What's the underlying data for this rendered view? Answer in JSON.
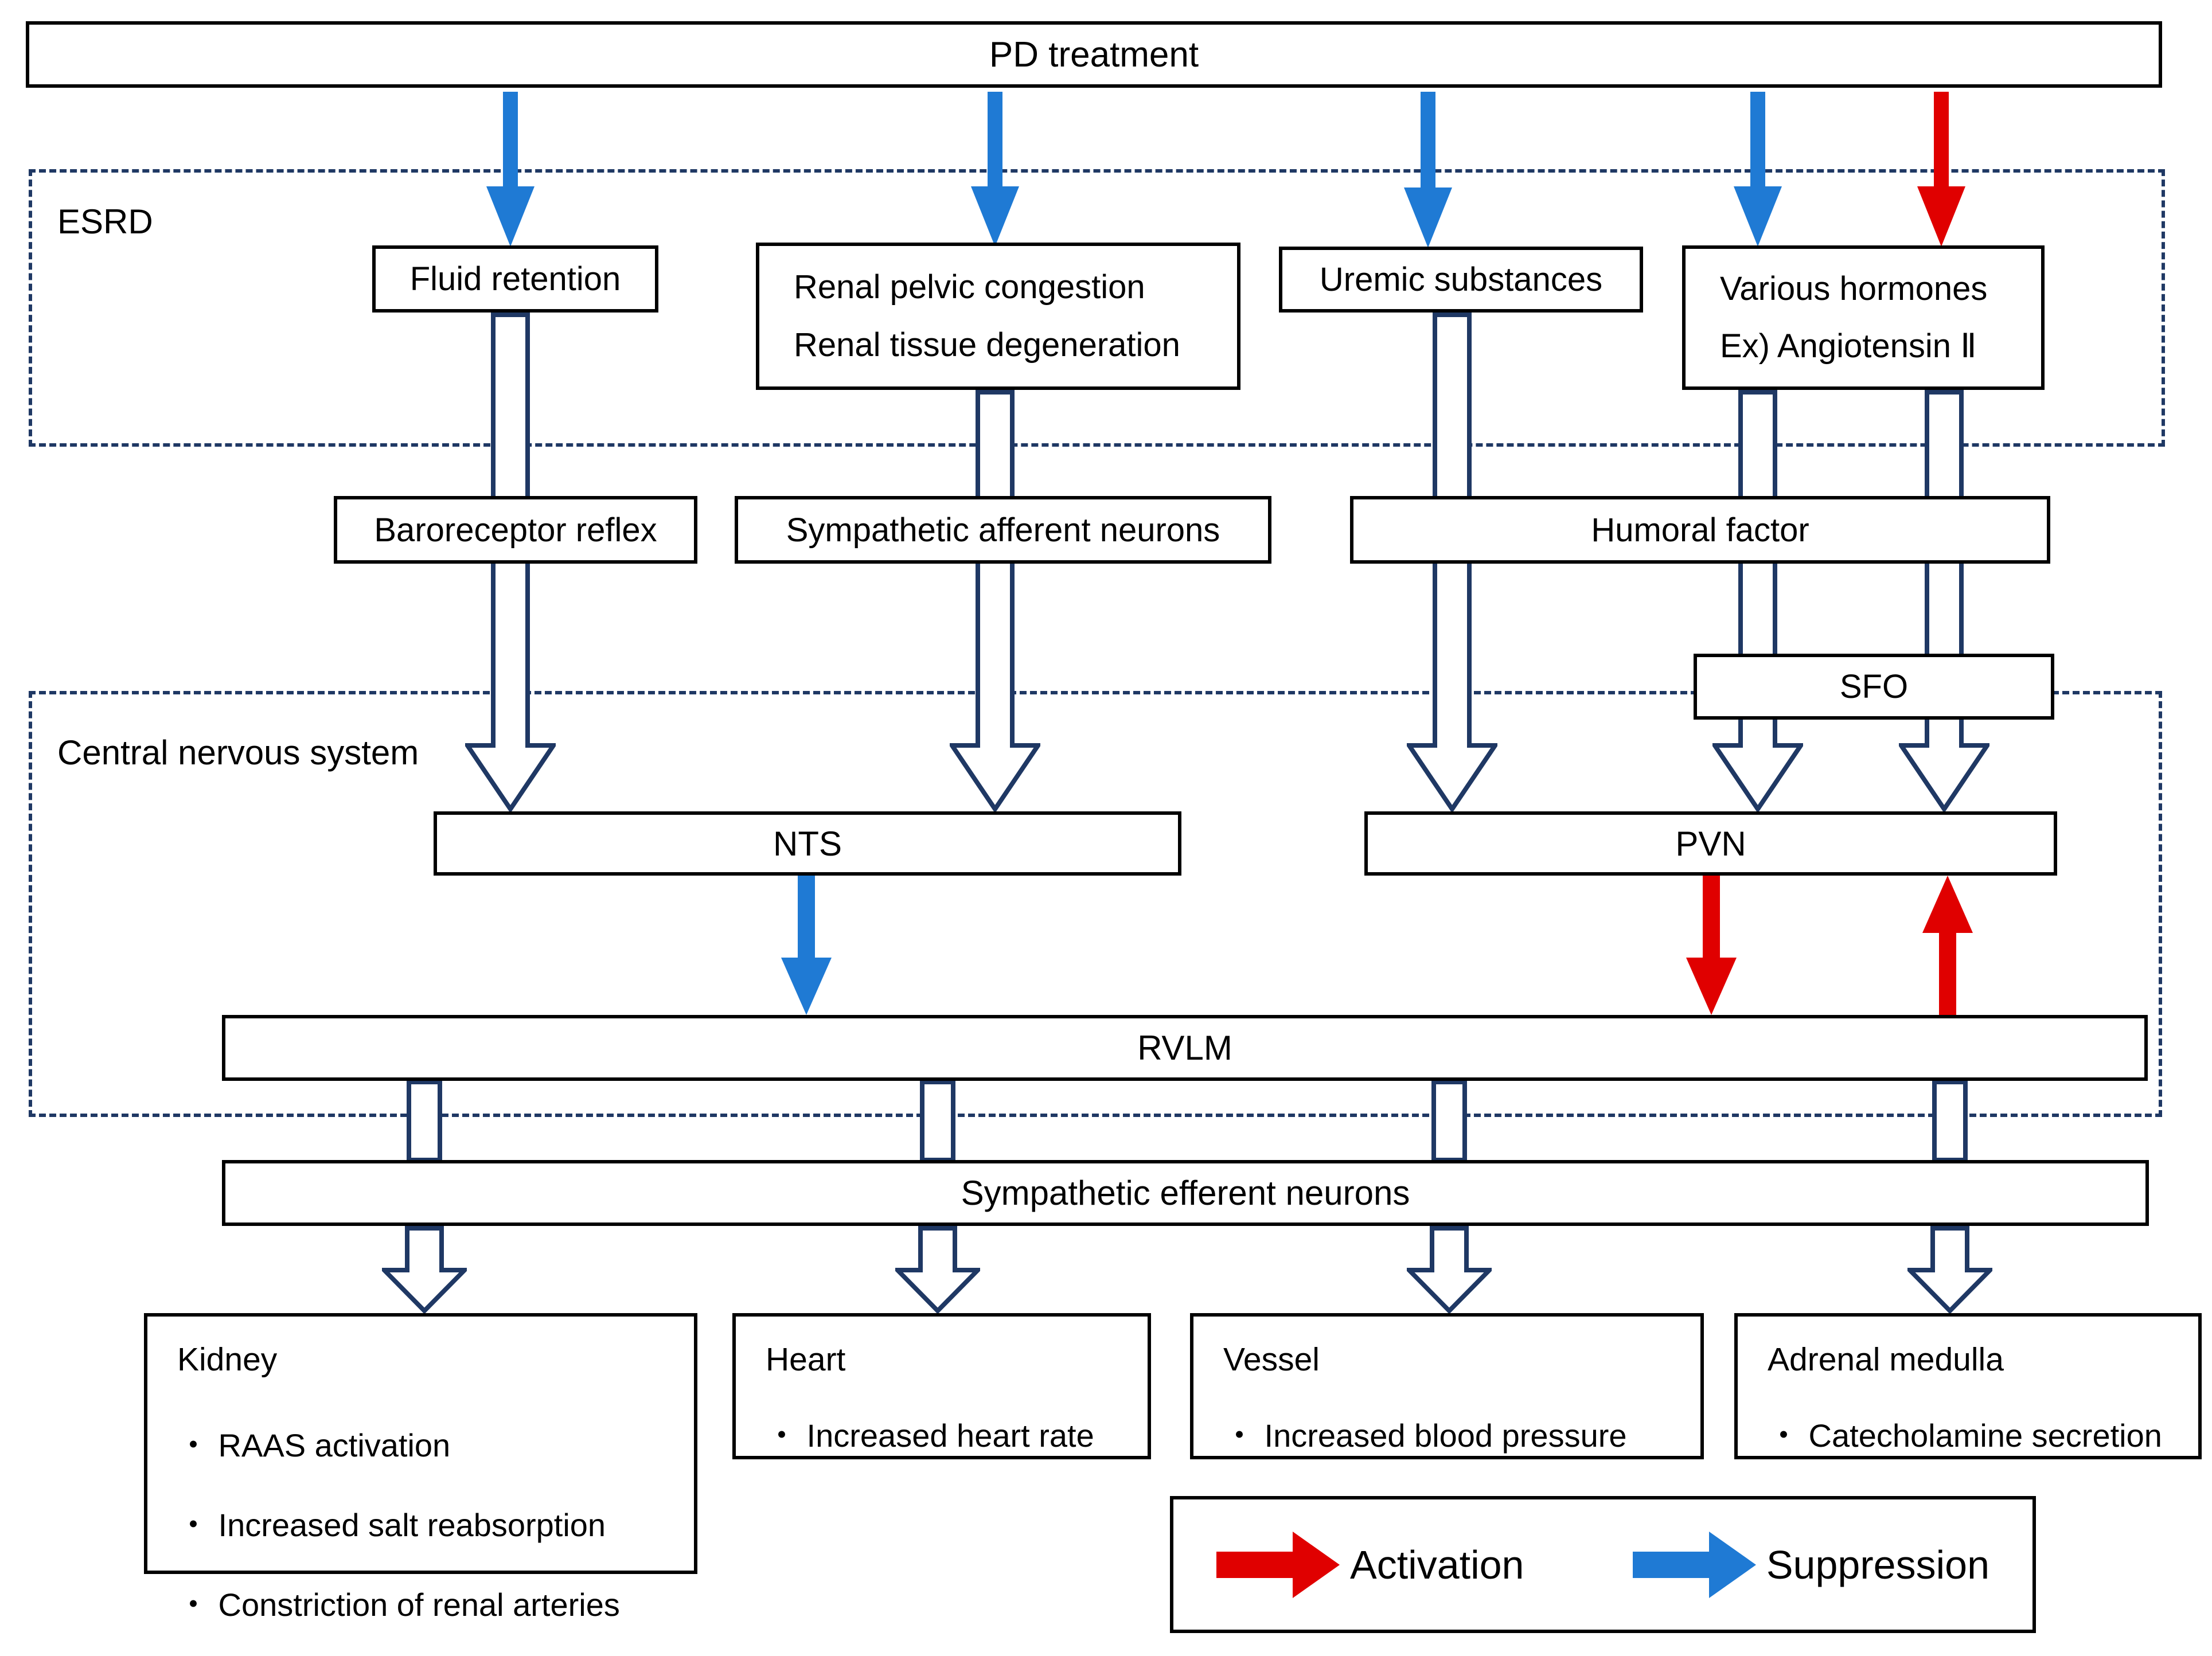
{
  "colors": {
    "activation": "#e00000",
    "suppression": "#1f7ad4",
    "outline": "#1f3864"
  },
  "pd_box": {
    "label": "PD treatment"
  },
  "esrd": {
    "label": "ESRD",
    "fluid": "Fluid retention",
    "renal_line1": "Renal pelvic congestion",
    "renal_line2": "Renal tissue degeneration",
    "uremic": "Uremic substances",
    "hormones_line1": "Various hormones",
    "hormones_line2": "Ex) Angiotensin Ⅱ"
  },
  "relay": {
    "baroreceptor": "Baroreceptor reflex",
    "afferent": "Sympathetic afferent neurons",
    "humoral": "Humoral factor",
    "sfo": "SFO"
  },
  "cns": {
    "label": "Central nervous system",
    "nts": "NTS",
    "pvn": "PVN",
    "rvlm": "RVLM",
    "efferent": "Sympathetic efferent neurons"
  },
  "organs": [
    {
      "title": "Kidney",
      "bullets": [
        "・ RAAS activation",
        "・ Increased salt reabsorption",
        "・ Constriction of renal arteries"
      ]
    },
    {
      "title": "Heart",
      "bullets": [
        "・ Increased heart rate"
      ]
    },
    {
      "title": "Vessel",
      "bullets": [
        "・ Increased blood pressure"
      ]
    },
    {
      "title": "Adrenal medulla",
      "bullets": [
        "・ Catecholamine secretion"
      ]
    }
  ],
  "legend": {
    "activation_label": "Activation",
    "suppression_label": "Suppression"
  }
}
